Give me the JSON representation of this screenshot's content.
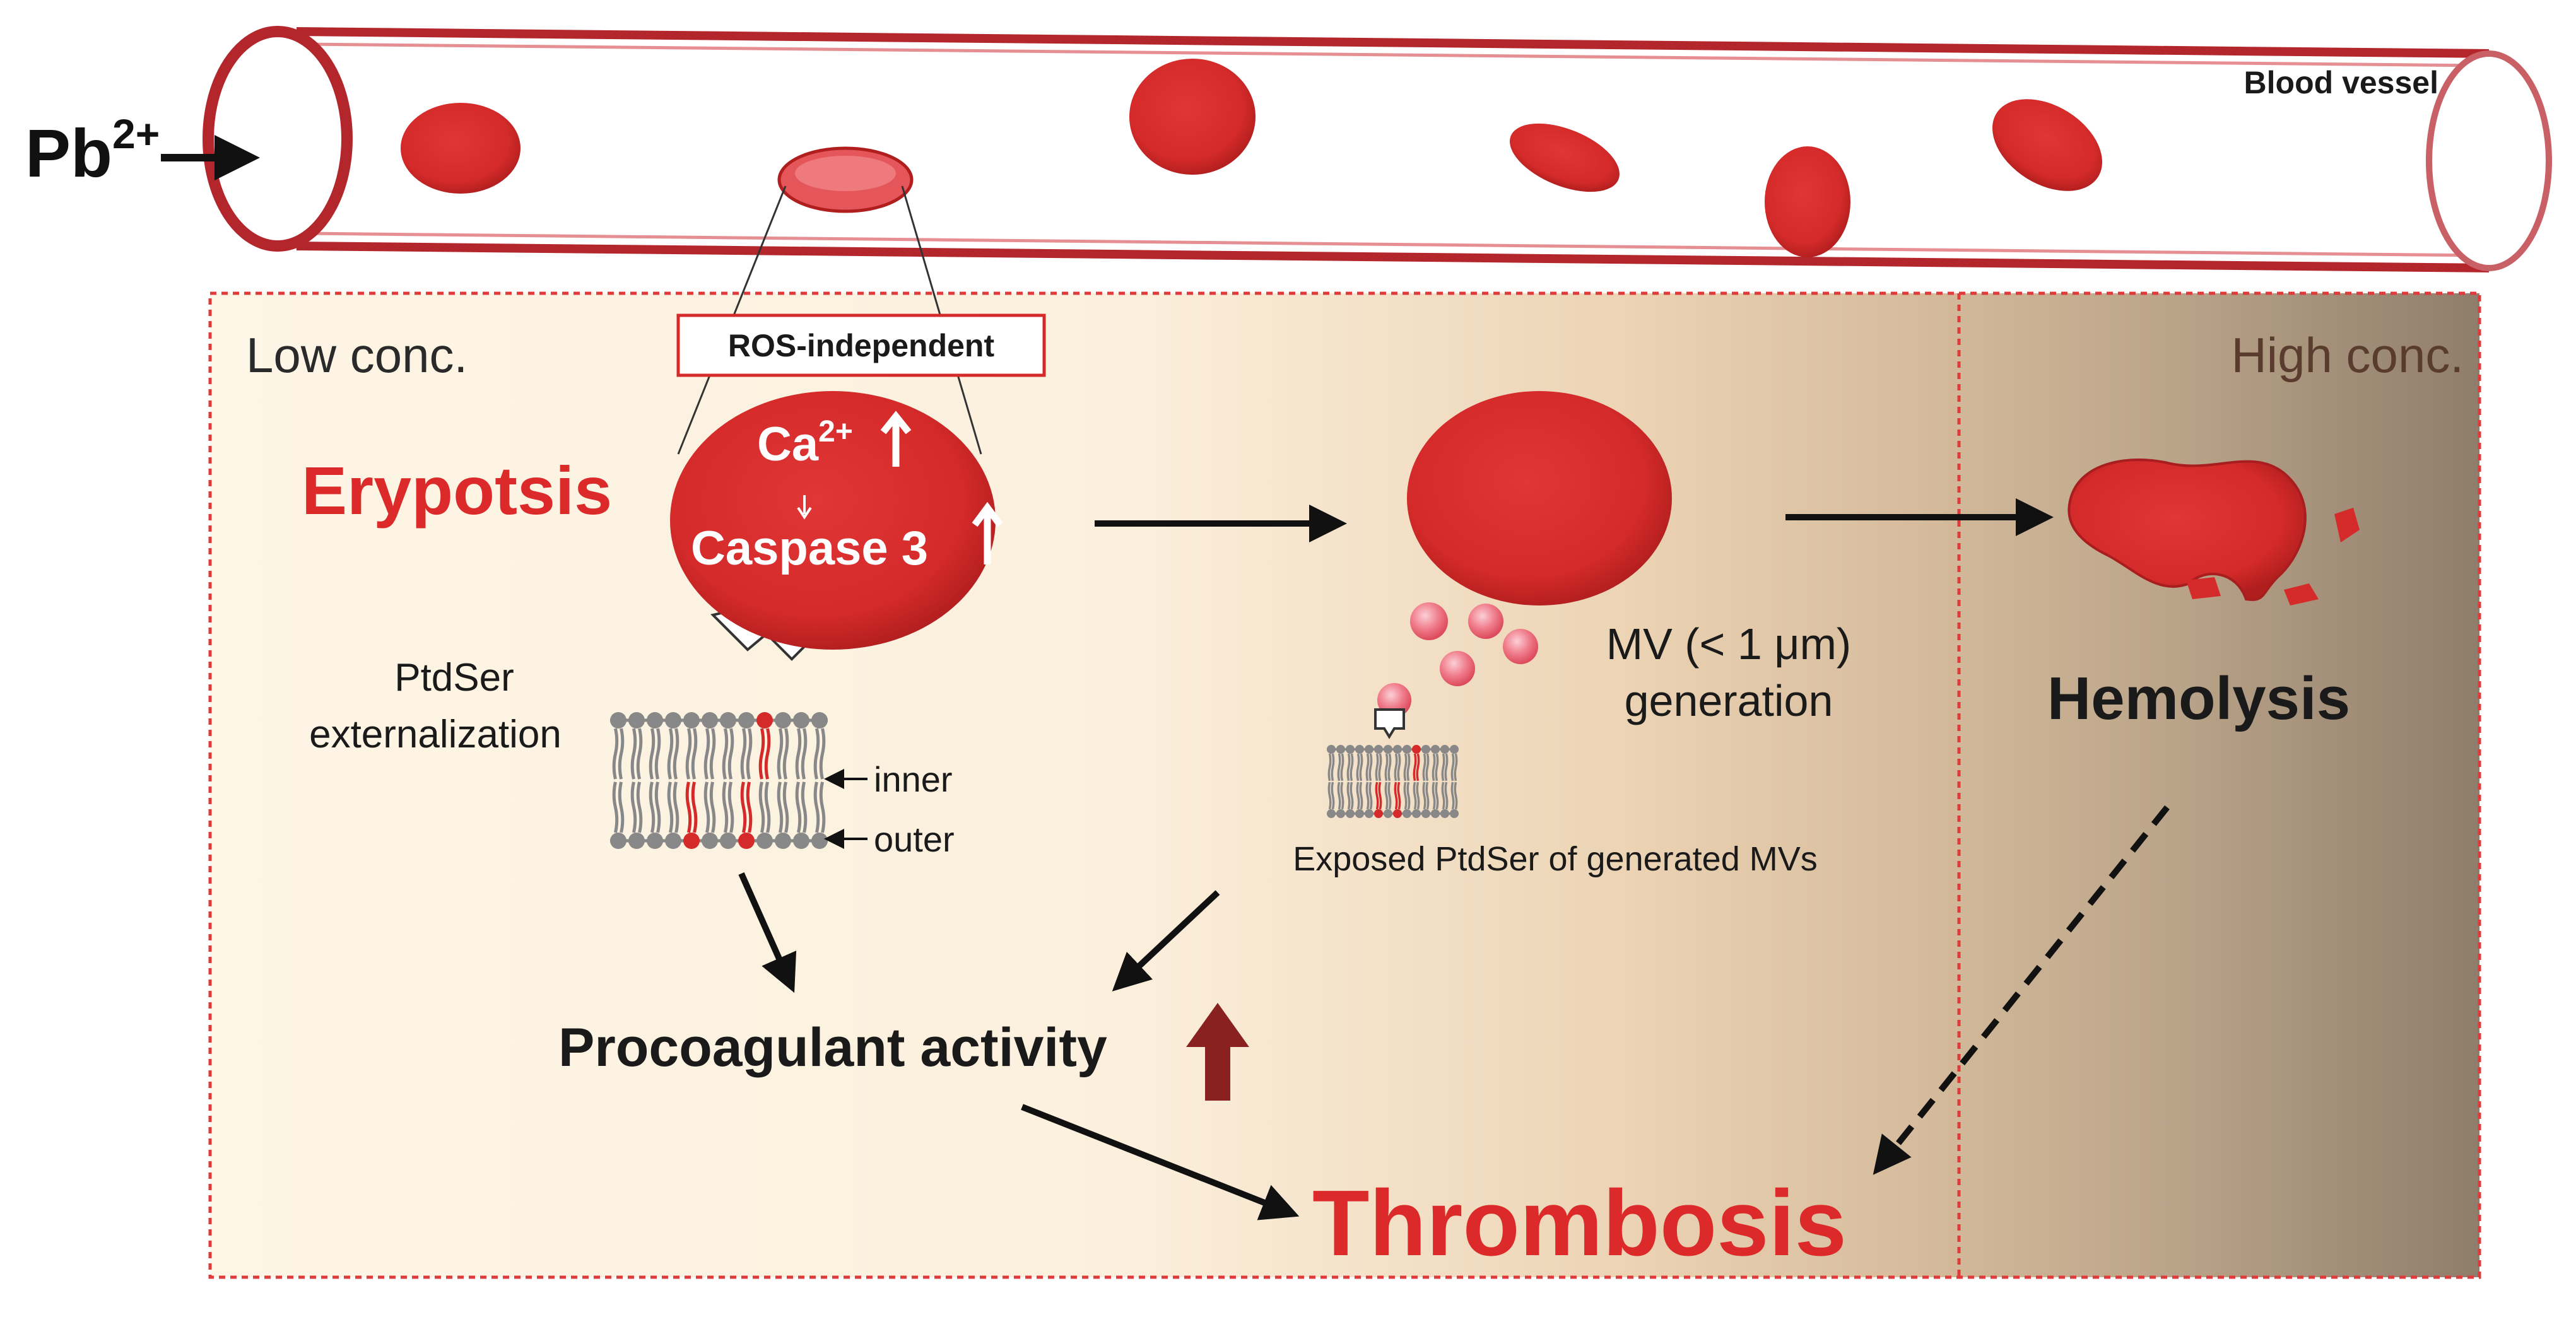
{
  "ion": {
    "symbol": "Pb",
    "charge": "2+"
  },
  "vessel": {
    "label": "Blood vessel"
  },
  "panels": {
    "low_label": "Low conc.",
    "high_label": "High conc."
  },
  "erypotsis": {
    "title": "Erypotsis",
    "box_label": "ROS-independent",
    "ca_symbol": "Ca",
    "ca_charge": "2+",
    "caspase_label": "Caspase 3"
  },
  "ptdser": {
    "label_line1": "PtdSer",
    "label_line2": "externalization",
    "inner_label": "inner",
    "outer_label": "outer"
  },
  "mv": {
    "label_line1": "MV (< 1 μm)",
    "label_line2": "generation",
    "exposed_label": "Exposed PtdSer of generated MVs"
  },
  "hemolysis": {
    "label": "Hemolysis"
  },
  "procoagulant": {
    "label": "Procoagulant activity"
  },
  "thrombosis": {
    "label": "Thrombosis"
  },
  "colors": {
    "rbc_red": "#d42a2a",
    "title_red": "#dc2a2a",
    "dark_red_arrow": "#8a2121",
    "vessel_outline": "#b3262c",
    "panel_cream": "#fdf3e3",
    "panel_brown": "#8f7d6b",
    "lipid_head_grey": "#888888",
    "microvesicle_pink": "#f07d8c"
  }
}
